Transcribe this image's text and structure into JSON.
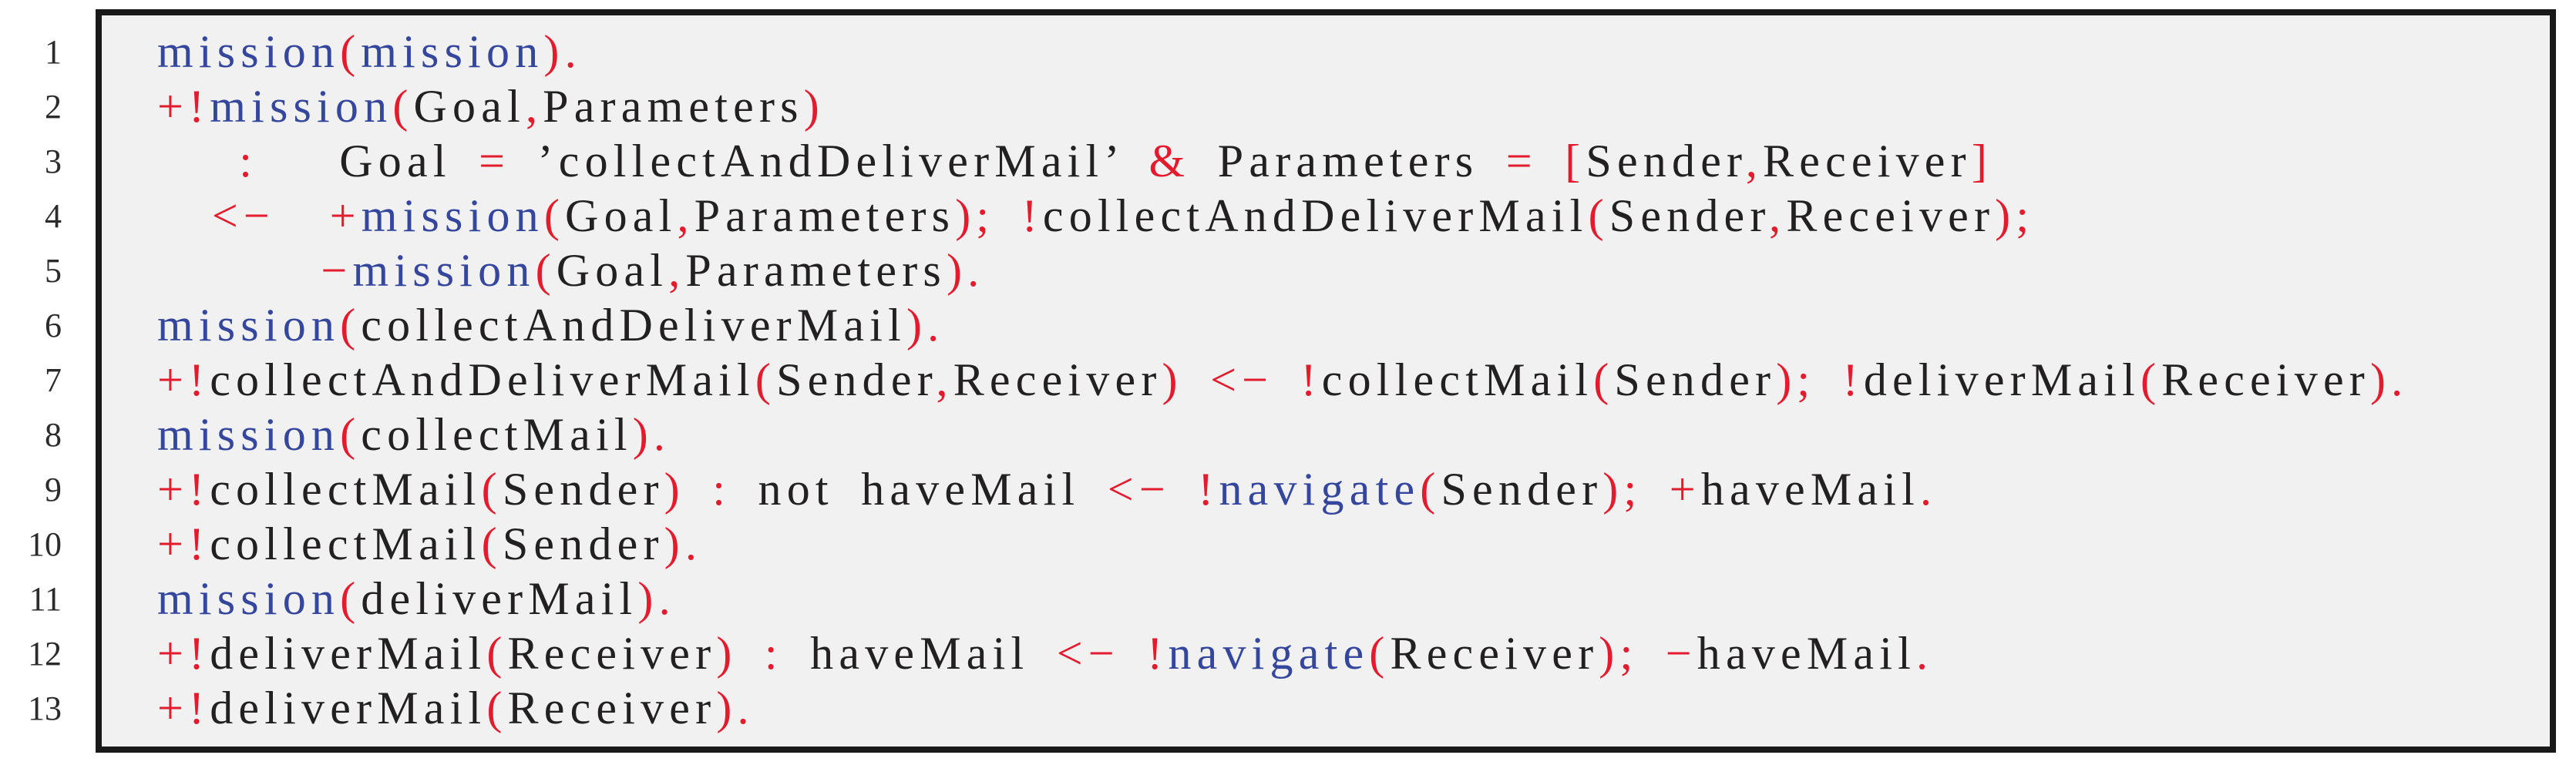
{
  "page": {
    "background": "#ffffff"
  },
  "listing": {
    "colors": {
      "keyword": "#35479c",
      "operator": "#e41b2d",
      "identifier": "#232022",
      "line_number": "#2b2b2b",
      "frame_background": "#f1f1f2",
      "frame_border": "#191919"
    },
    "token_classes": {
      "b": "keyword",
      "r": "operator",
      "k": "identifier"
    },
    "lines": [
      {
        "number": "1",
        "segments": [
          [
            "b",
            "mission"
          ],
          [
            "r",
            "("
          ],
          [
            "b",
            "mission"
          ],
          [
            "r",
            ")."
          ]
        ]
      },
      {
        "number": "2",
        "segments": [
          [
            "r",
            "+!"
          ],
          [
            "b",
            "mission"
          ],
          [
            "r",
            "("
          ],
          [
            "k",
            "Goal"
          ],
          [
            "r",
            ","
          ],
          [
            "k",
            "Parameters"
          ],
          [
            "r",
            ")"
          ]
        ]
      },
      {
        "number": "3",
        "segments": [
          [
            "k",
            "   "
          ],
          [
            "r",
            ":"
          ],
          [
            "k",
            "   Goal "
          ],
          [
            "r",
            "="
          ],
          [
            "k",
            " ’collectAndDeliverMail’ "
          ],
          [
            "r",
            "&"
          ],
          [
            "k",
            " Parameters "
          ],
          [
            "r",
            "="
          ],
          [
            "k",
            " "
          ],
          [
            "r",
            "["
          ],
          [
            "k",
            "Sender"
          ],
          [
            "r",
            ","
          ],
          [
            "k",
            "Receiver"
          ],
          [
            "r",
            "]"
          ]
        ]
      },
      {
        "number": "4",
        "segments": [
          [
            "k",
            "  "
          ],
          [
            "r",
            "<−"
          ],
          [
            "k",
            "  "
          ],
          [
            "r",
            "+"
          ],
          [
            "b",
            "mission"
          ],
          [
            "r",
            "("
          ],
          [
            "k",
            "Goal"
          ],
          [
            "r",
            ","
          ],
          [
            "k",
            "Parameters"
          ],
          [
            "r",
            ");"
          ],
          [
            "k",
            " "
          ],
          [
            "r",
            "!"
          ],
          [
            "k",
            "collectAndDeliverMail"
          ],
          [
            "r",
            "("
          ],
          [
            "k",
            "Sender"
          ],
          [
            "r",
            ","
          ],
          [
            "k",
            "Receiver"
          ],
          [
            "r",
            ");"
          ]
        ]
      },
      {
        "number": "5",
        "segments": [
          [
            "k",
            "      "
          ],
          [
            "r",
            "−"
          ],
          [
            "b",
            "mission"
          ],
          [
            "r",
            "("
          ],
          [
            "k",
            "Goal"
          ],
          [
            "r",
            ","
          ],
          [
            "k",
            "Parameters"
          ],
          [
            "r",
            ")."
          ]
        ]
      },
      {
        "number": "6",
        "segments": [
          [
            "b",
            "mission"
          ],
          [
            "r",
            "("
          ],
          [
            "k",
            "collectAndDeliverMail"
          ],
          [
            "r",
            ")."
          ]
        ]
      },
      {
        "number": "7",
        "segments": [
          [
            "r",
            "+!"
          ],
          [
            "k",
            "collectAndDeliverMail"
          ],
          [
            "r",
            "("
          ],
          [
            "k",
            "Sender"
          ],
          [
            "r",
            ","
          ],
          [
            "k",
            "Receiver"
          ],
          [
            "r",
            ")"
          ],
          [
            "k",
            " "
          ],
          [
            "r",
            "<−"
          ],
          [
            "k",
            " "
          ],
          [
            "r",
            "!"
          ],
          [
            "k",
            "collectMail"
          ],
          [
            "r",
            "("
          ],
          [
            "k",
            "Sender"
          ],
          [
            "r",
            ");"
          ],
          [
            "k",
            " "
          ],
          [
            "r",
            "!"
          ],
          [
            "k",
            "deliverMail"
          ],
          [
            "r",
            "("
          ],
          [
            "k",
            "Receiver"
          ],
          [
            "r",
            ")."
          ]
        ]
      },
      {
        "number": "8",
        "segments": [
          [
            "b",
            "mission"
          ],
          [
            "r",
            "("
          ],
          [
            "k",
            "collectMail"
          ],
          [
            "r",
            ")."
          ]
        ]
      },
      {
        "number": "9",
        "segments": [
          [
            "r",
            "+!"
          ],
          [
            "k",
            "collectMail"
          ],
          [
            "r",
            "("
          ],
          [
            "k",
            "Sender"
          ],
          [
            "r",
            ")"
          ],
          [
            "k",
            " "
          ],
          [
            "r",
            ":"
          ],
          [
            "k",
            " not haveMail "
          ],
          [
            "r",
            "<−"
          ],
          [
            "k",
            " "
          ],
          [
            "r",
            "!"
          ],
          [
            "b",
            "navigate"
          ],
          [
            "r",
            "("
          ],
          [
            "k",
            "Sender"
          ],
          [
            "r",
            ");"
          ],
          [
            "k",
            " "
          ],
          [
            "r",
            "+"
          ],
          [
            "k",
            "haveMail"
          ],
          [
            "r",
            "."
          ]
        ]
      },
      {
        "number": "10",
        "segments": [
          [
            "r",
            "+!"
          ],
          [
            "k",
            "collectMail"
          ],
          [
            "r",
            "("
          ],
          [
            "k",
            "Sender"
          ],
          [
            "r",
            ")."
          ]
        ]
      },
      {
        "number": "11",
        "segments": [
          [
            "b",
            "mission"
          ],
          [
            "r",
            "("
          ],
          [
            "k",
            "deliverMail"
          ],
          [
            "r",
            ")."
          ]
        ]
      },
      {
        "number": "12",
        "segments": [
          [
            "r",
            "+!"
          ],
          [
            "k",
            "deliverMail"
          ],
          [
            "r",
            "("
          ],
          [
            "k",
            "Receiver"
          ],
          [
            "r",
            ")"
          ],
          [
            "k",
            " "
          ],
          [
            "r",
            ":"
          ],
          [
            "k",
            " haveMail "
          ],
          [
            "r",
            "<−"
          ],
          [
            "k",
            " "
          ],
          [
            "r",
            "!"
          ],
          [
            "b",
            "navigate"
          ],
          [
            "r",
            "("
          ],
          [
            "k",
            "Receiver"
          ],
          [
            "r",
            ");"
          ],
          [
            "k",
            " "
          ],
          [
            "r",
            "−"
          ],
          [
            "k",
            "haveMail"
          ],
          [
            "r",
            "."
          ]
        ]
      },
      {
        "number": "13",
        "segments": [
          [
            "r",
            "+!"
          ],
          [
            "k",
            "deliverMail"
          ],
          [
            "r",
            "("
          ],
          [
            "k",
            "Receiver"
          ],
          [
            "r",
            ")."
          ]
        ]
      }
    ]
  }
}
